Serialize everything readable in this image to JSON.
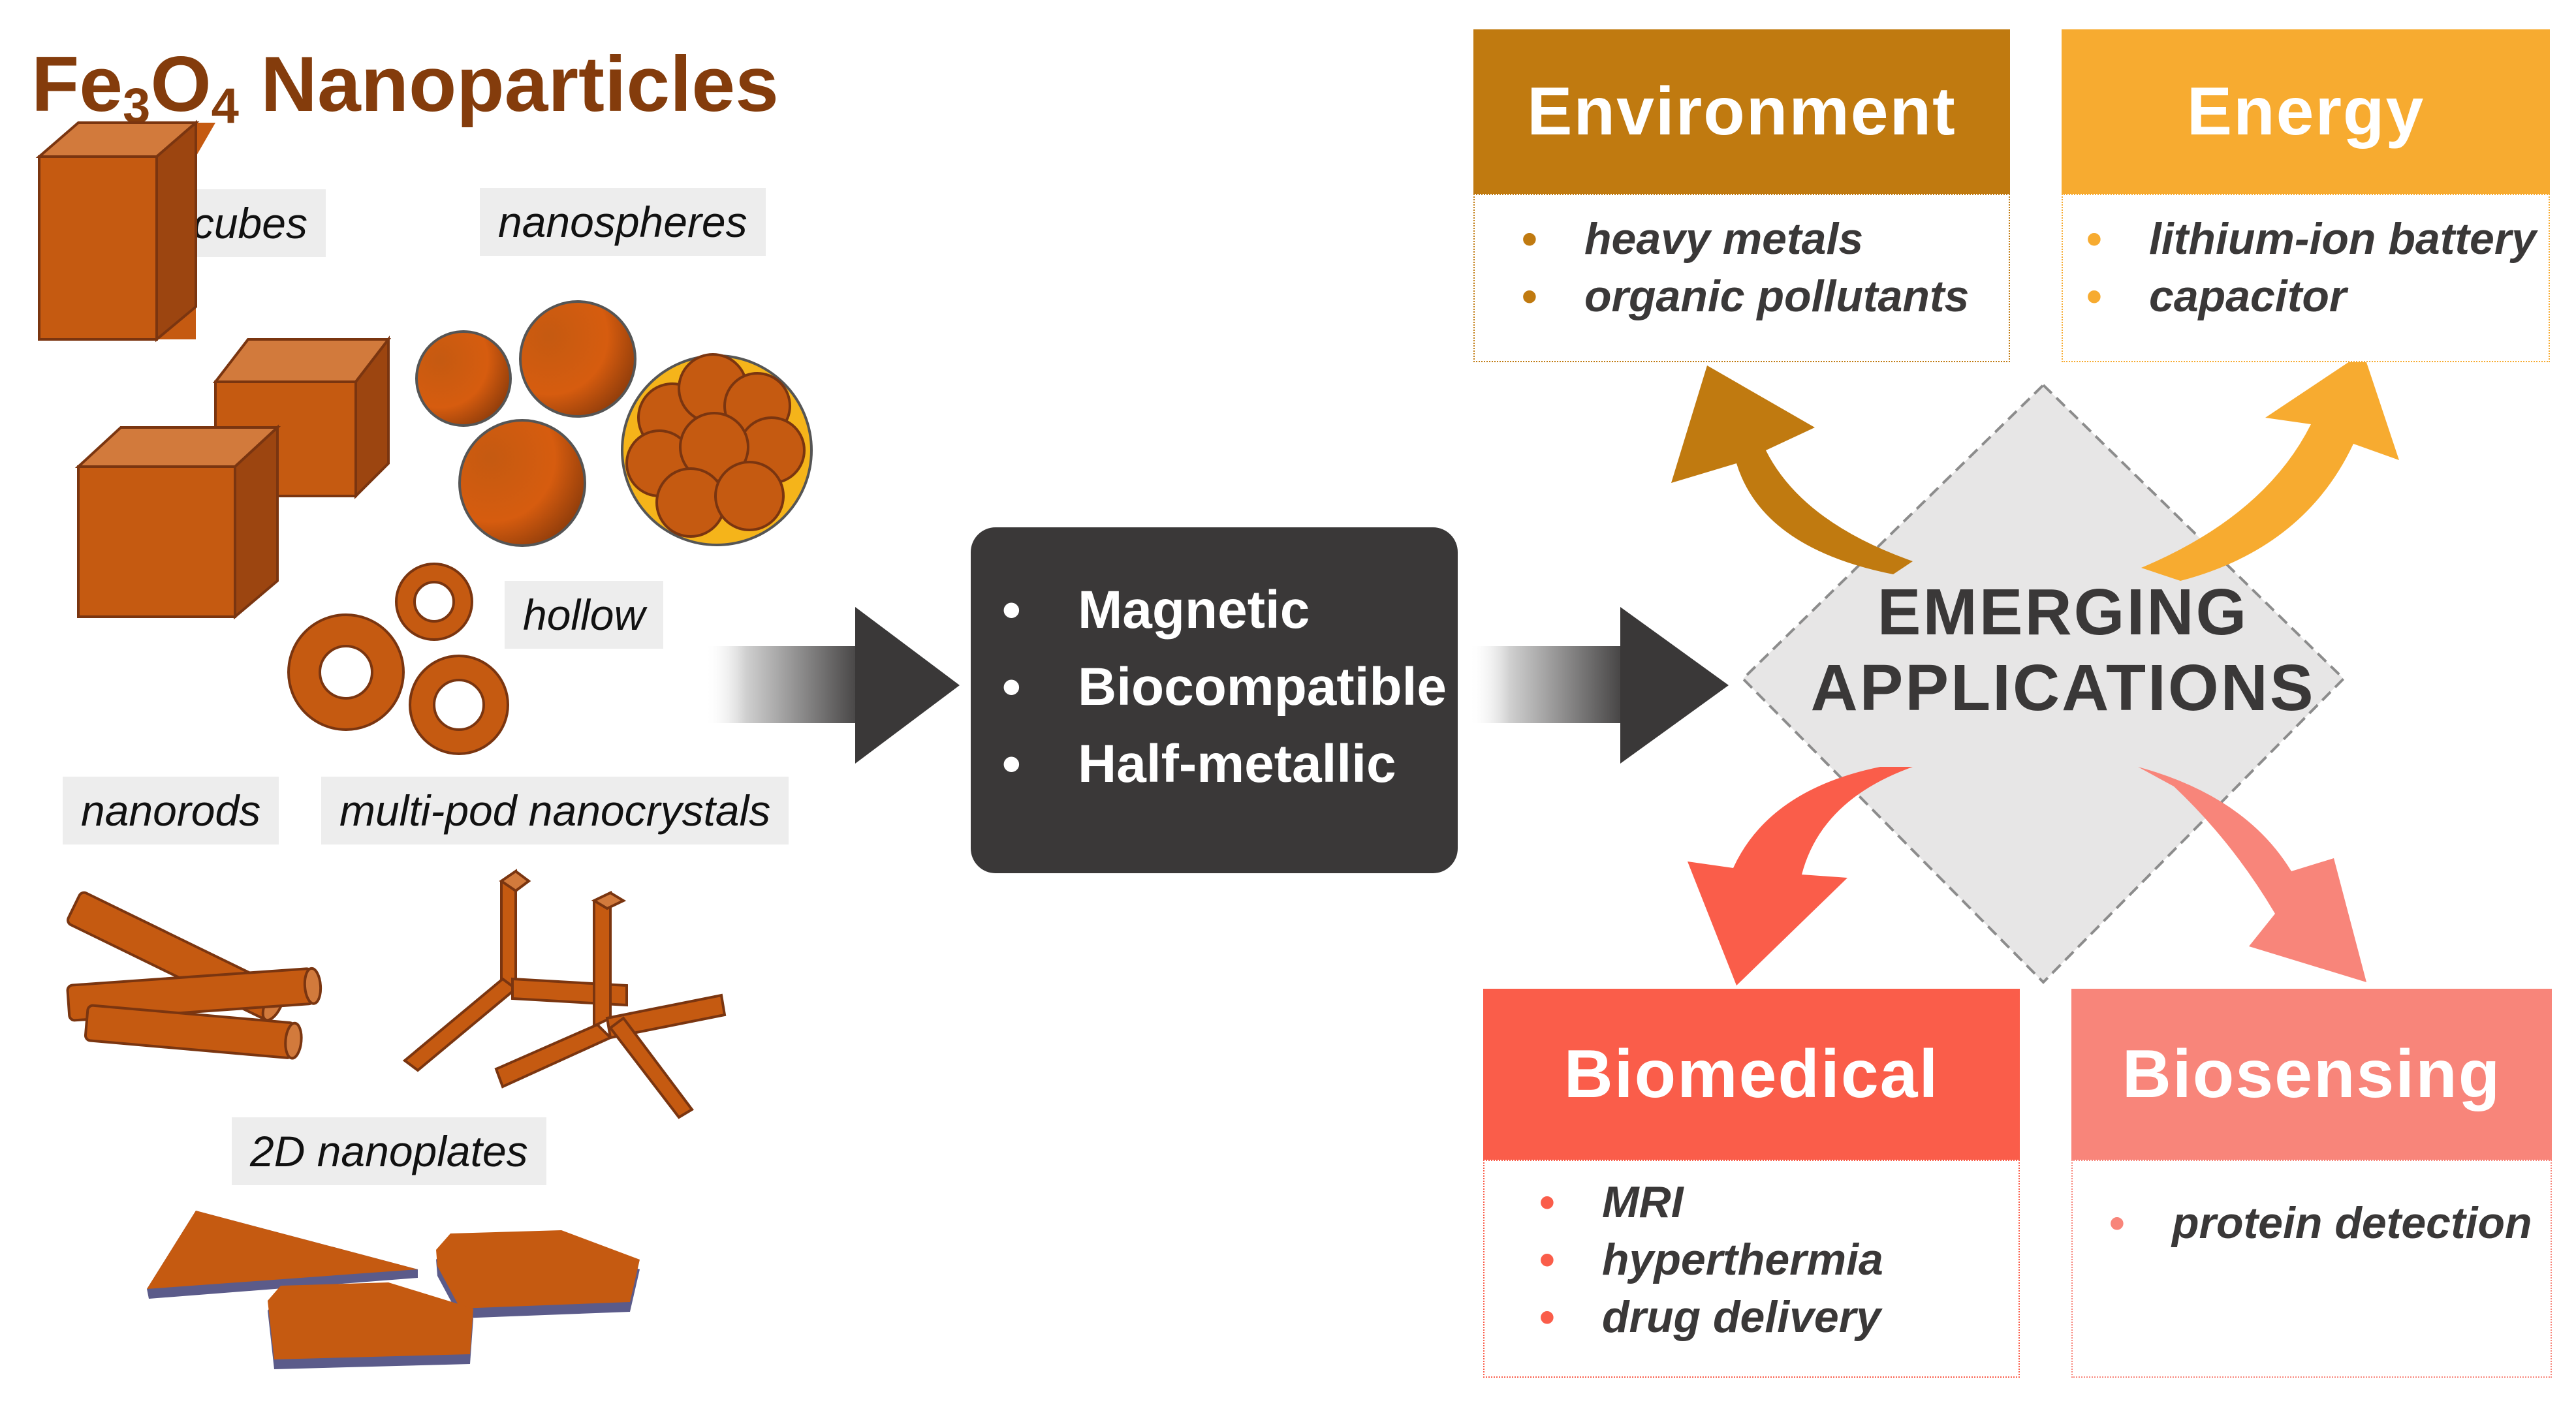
{
  "title": {
    "prefix": "Fe",
    "sub1": "3",
    "mid": "O",
    "sub2": "4",
    "rest": " Nanoparticles"
  },
  "shapes": {
    "nanocubes": "nanocubes",
    "nanospheres": "nanospheres",
    "hollow": "hollow",
    "nanorods": "nanorods",
    "multipod": "multi-pod nanocrystals",
    "nanoplates": "2D nanoplates"
  },
  "properties": [
    "Magnetic",
    "Biocompatible",
    "Half-metallic"
  ],
  "center": {
    "line1": "EMERGING",
    "line2": "APPLICATIONS"
  },
  "categories": {
    "environment": {
      "title": "Environment",
      "items": [
        "heavy metals",
        "organic pollutants"
      ],
      "color": "#c07a10"
    },
    "energy": {
      "title": "Energy",
      "items": [
        "lithium-ion battery",
        "capacitor"
      ],
      "color": "#f7ab30"
    },
    "biomedical": {
      "title": "Biomedical",
      "items": [
        "MRI",
        "hyperthermia",
        "drug delivery"
      ],
      "color": "#fa5d4a"
    },
    "biosensing": {
      "title": "Biosensing",
      "items": [
        "protein detection"
      ],
      "color": "#f8857a"
    }
  },
  "colors": {
    "particle": "#c55a11",
    "particle_dark": "#843c0c",
    "dark_box": "#3a3838",
    "diamond": "#e7e6e6"
  },
  "bullet": "•"
}
